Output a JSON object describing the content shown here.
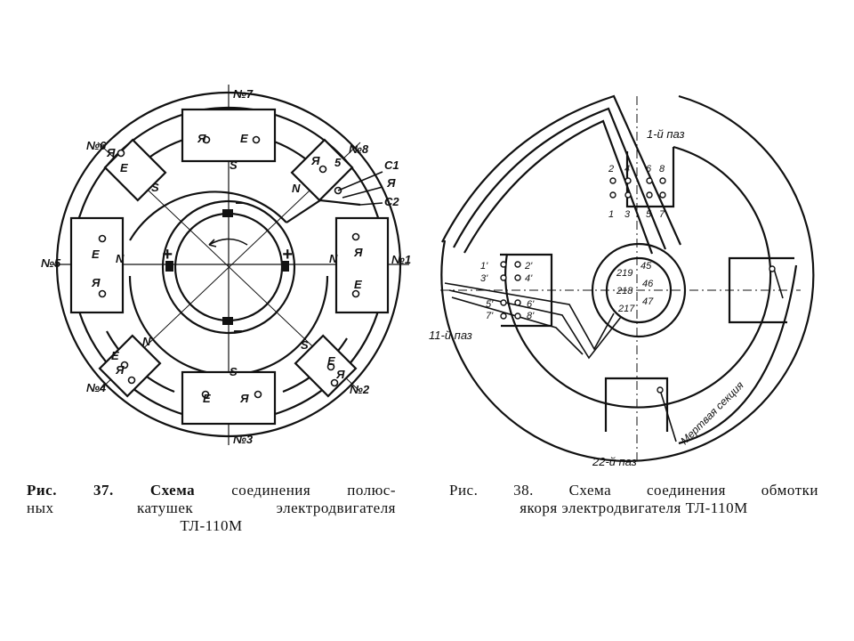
{
  "fig37": {
    "pole_numbers": [
      "№1",
      "№2",
      "№3",
      "№4",
      "№5",
      "№6",
      "№7",
      "№8"
    ],
    "terminals": [
      "C1",
      "Я",
      "C2"
    ],
    "coil_letters": {
      "E": "E",
      "A": "Я"
    },
    "poles": {
      "N": "N",
      "S": "S"
    },
    "signs": {
      "plus": "+",
      "minus": "−"
    },
    "caption": {
      "fig_label": "Рис. 37.",
      "bold_word": "Схема",
      "line1_rest": "соединения полюс-",
      "line2": "ных катушек электродвигателя",
      "line3": "ТЛ-110М"
    }
  },
  "fig38": {
    "slot_1": "1-й паз",
    "slot_11": "11-й паз",
    "slot_22": "22-й паз",
    "dead_section": "Мертвая секция",
    "top_slot_numbers": [
      "2",
      "4",
      "6",
      "8",
      "1",
      "3",
      "5",
      "7"
    ],
    "left_slot_numbers": [
      "1'",
      "3'",
      "5'",
      "7'",
      "2'",
      "4'",
      "6'",
      "8'"
    ],
    "commutator_numbers": [
      "219",
      "218",
      "217",
      "45",
      "46",
      "47"
    ],
    "caption": {
      "line1": "Рис. 38. Схема соединения обмотки",
      "line2": "якоря электродвигателя ТЛ-110М"
    }
  }
}
